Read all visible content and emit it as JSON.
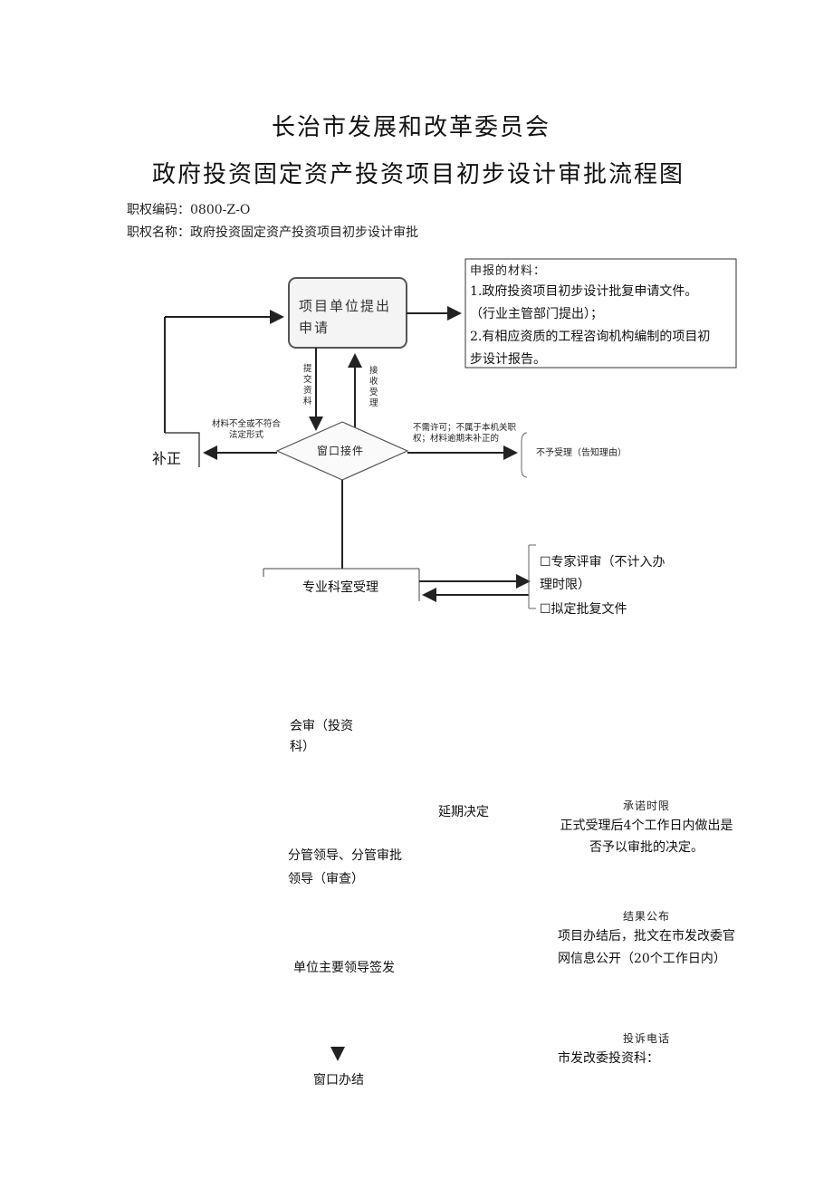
{
  "header": {
    "org": "长治市发展和改革委员会",
    "title": "政府投资固定资产投资项目初步设计审批流程图",
    "code_label": "职权编码：0800-Z-O",
    "name_label": "职权名称：政府投资固定资产投资项目初步设计审批"
  },
  "materials": {
    "heading": "申报的材料：",
    "line1": "1.政府投资项目初步设计批复申请文件。",
    "line2": "（行业主管部门提出）；",
    "line3": "2.有相应资质的工程咨询机构编制的项目初",
    "line4": "步设计报告。"
  },
  "nodes": {
    "apply": "项目单位提出申请",
    "submit_v": "提交资料",
    "feedback_v": "接收受理",
    "window": "窗口接件",
    "correct": "补正",
    "incomplete": "材料不全或不符合法定形式",
    "reject_reason": "不需许可；不属于本机关职权；材料逾期未补正的",
    "reject": "不予受理（告知理由）",
    "dept": "专业科室受理",
    "expert": "☐专家评审（不计入办理时限）",
    "draft": "☐拟定批复文件",
    "joint": "会审（投资科）",
    "extend": "延期决定",
    "leader": "分管领导、分管审批领导（审查）",
    "sign": "单位主要领导签发",
    "finish": "窗口办结"
  },
  "info": {
    "promise_head": "承诺时限",
    "promise_text": "正式受理后4个工作日内做出是否予以审批的决定。",
    "publish_head": "结果公布",
    "publish_text": "项目办结后，批文在市发改委官网信息公开（20个工作日内）",
    "complaint_head": "投诉电话",
    "complaint_text": "市发改委投资科："
  }
}
